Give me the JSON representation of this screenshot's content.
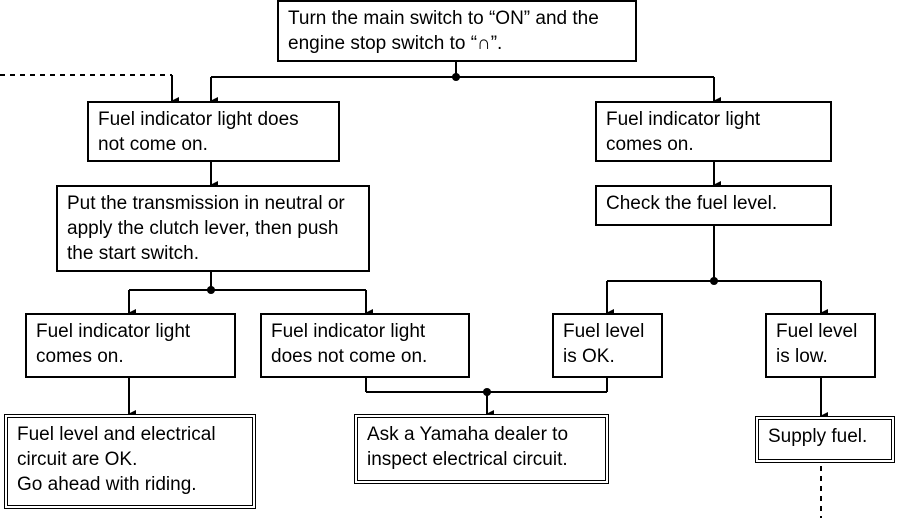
{
  "nodes": {
    "start": "Turn the main switch to “ON” and the\nengine stop switch to “∩”.",
    "light_off": "Fuel indicator light does\nnot come on.",
    "light_on": "Fuel indicator light\ncomes on.",
    "neutral": "Put the transmission in neutral or\napply the clutch lever, then push\nthe start switch.",
    "check_fuel": "Check the fuel level.",
    "comes_on_after_start": "Fuel indicator light\ncomes on.",
    "not_on_after_start": "Fuel indicator light\ndoes not come on.",
    "fuel_ok": "Fuel level\nis OK.",
    "fuel_low": "Fuel level\nis low.",
    "electrical_ok": "Fuel level and electrical\ncircuit are OK.\nGo ahead with riding.",
    "ask_dealer": "Ask a Yamaha dealer to\ninspect electrical circuit.",
    "supply_fuel": "Supply fuel."
  }
}
